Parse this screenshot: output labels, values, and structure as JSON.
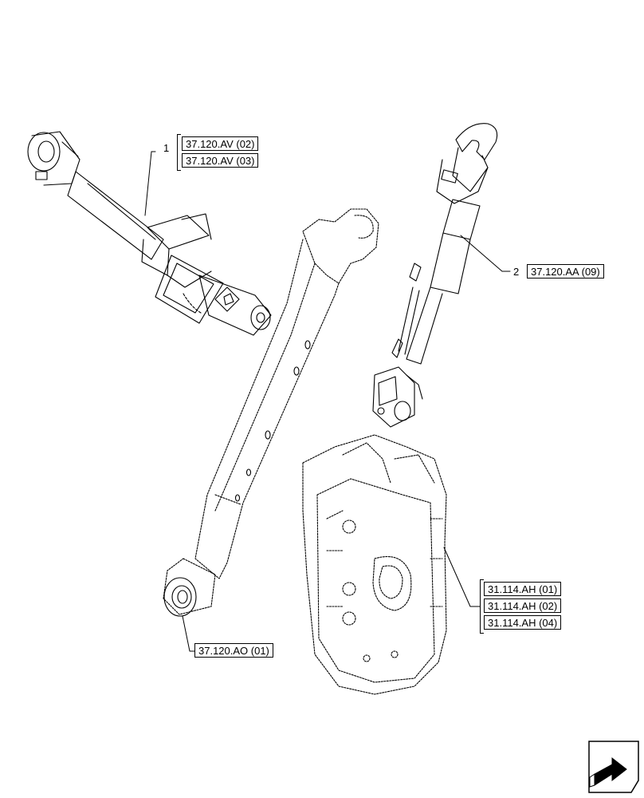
{
  "callouts": {
    "item1": "1",
    "item2": "2"
  },
  "references": {
    "top_rod": [
      "37.120.AV (02)",
      "37.120.AV (03)"
    ],
    "right_rod": "37.120.AA (09)",
    "lower_link": "37.120.AO (01)",
    "housing": [
      "31.114.AH (01)",
      "31.114.AH (02)",
      "31.114.AH (04)"
    ]
  },
  "icons": {
    "nav": "next-arrow-icon"
  },
  "colors": {
    "line": "#000000",
    "background": "#ffffff"
  }
}
